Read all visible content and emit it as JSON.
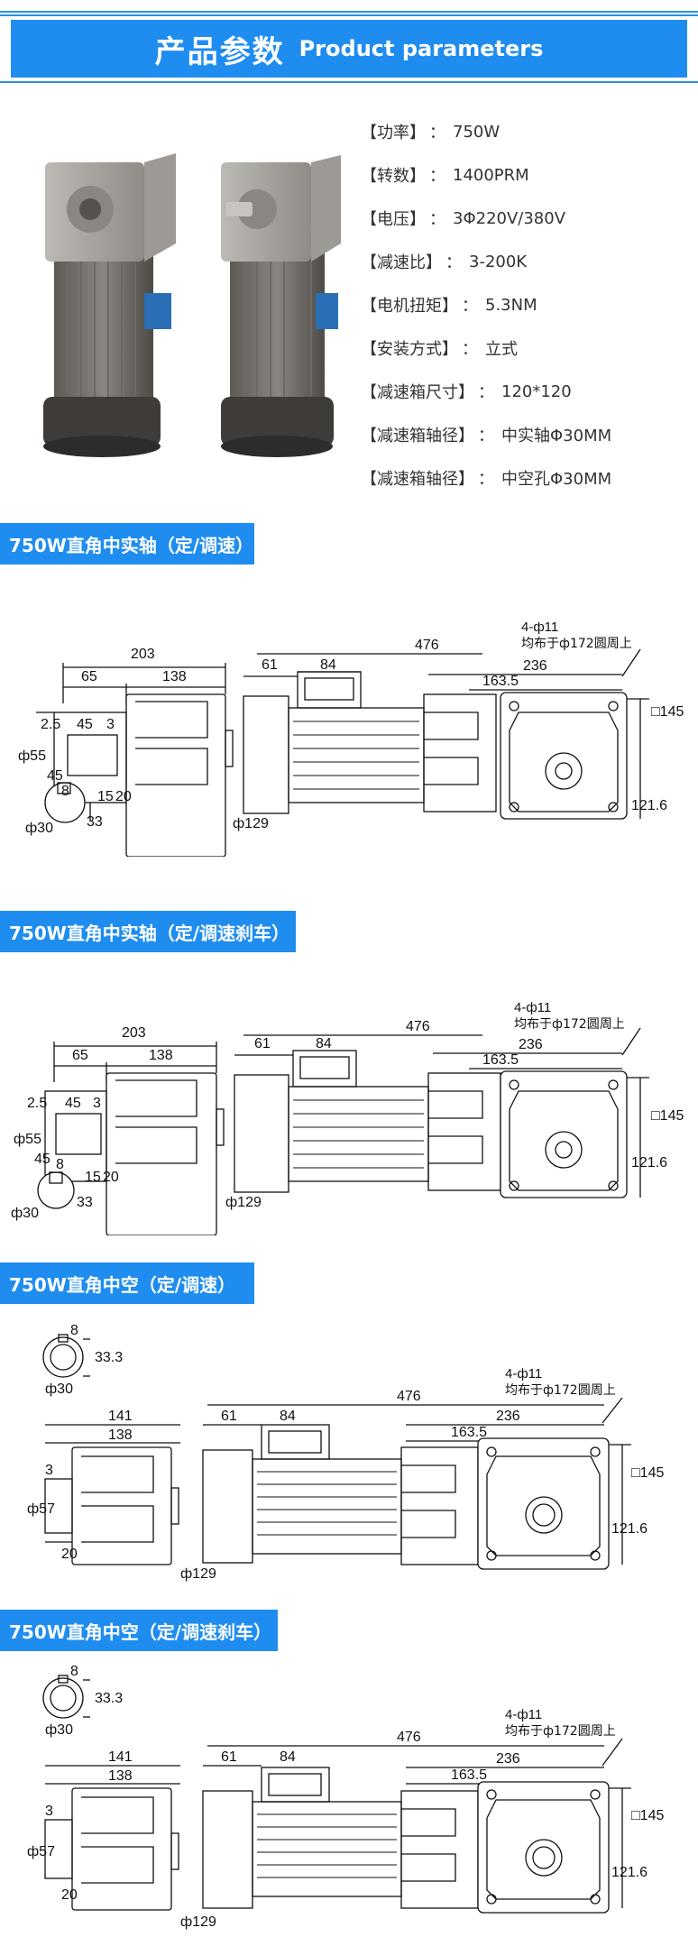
{
  "header": {
    "title_cn": "产品参数",
    "title_en": "Product parameters"
  },
  "params": [
    {
      "label": "【功率】",
      "value": "750W"
    },
    {
      "label": "【转数】",
      "value": "1400PRM"
    },
    {
      "label": "【电压】",
      "value": "3Φ220V/380V"
    },
    {
      "label": "【减速比】",
      "value": "3-200K"
    },
    {
      "label": "【电机扭矩】",
      "value": "5.3NM"
    },
    {
      "label": "【安装方式】",
      "value": "立式"
    },
    {
      "label": "【减速箱尺寸】",
      "value": "120*120"
    },
    {
      "label": "【减速箱轴径】",
      "value": "中实轴Φ30MM"
    },
    {
      "label": "【减速箱轴径】",
      "value": "中空孔Φ30MM"
    }
  ],
  "param_separator": "：",
  "sections": [
    {
      "tag": "750W直角中实轴（定/调速）",
      "dims": {
        "d203": "203",
        "d65": "65",
        "d138": "138",
        "d2_5": "2.5",
        "d45a": "45",
        "d3": "3",
        "dphi55": "ф55",
        "d45b": "45",
        "d8": "8",
        "d15": "15",
        "d20": "20",
        "dphi30": "ф30",
        "d33": "33",
        "d61": "61",
        "d84": "84",
        "d476": "476",
        "d236": "236",
        "d163_5": "163.5",
        "dphi129": "ф129",
        "holes": "4-ф11",
        "pcd": "均布于ф172圆周上",
        "d145": "□145",
        "d121_6": "121.6"
      }
    },
    {
      "tag": "750W直角中实轴（定/调速刹车）",
      "dims": {
        "d203": "203",
        "d65": "65",
        "d138": "138",
        "d2_5": "2.5",
        "d45a": "45",
        "d3": "3",
        "dphi55": "ф55",
        "d45b": "45",
        "d8": "8",
        "d15": "15",
        "d20": "20",
        "dphi30": "ф30",
        "d33": "33",
        "d61": "61",
        "d84": "84",
        "d476": "476",
        "d236": "236",
        "d163_5": "163.5",
        "dphi129": "ф129",
        "holes": "4-ф11",
        "pcd": "均布于ф172圆周上",
        "d145": "□145",
        "d121_6": "121.6"
      }
    },
    {
      "tag": "750W直角中空（定/调速）",
      "dims": {
        "d8": "8",
        "d33_3": "33.3",
        "dphi30": "ф30",
        "d141": "141",
        "d138": "138",
        "d3": "3",
        "dphi57": "ф57",
        "d20": "20",
        "d61": "61",
        "d84": "84",
        "d476": "476",
        "d236": "236",
        "d163_5": "163.5",
        "dphi129": "ф129",
        "holes": "4-ф11",
        "pcd": "均布于ф172圆周上",
        "d145": "□145",
        "d121_6": "121.6"
      }
    },
    {
      "tag": "750W直角中空（定/调速刹车）",
      "dims": {
        "d8": "8",
        "d33_3": "33.3",
        "dphi30": "ф30",
        "d141": "141",
        "d138": "138",
        "d3": "3",
        "dphi57": "ф57",
        "d20": "20",
        "d61": "61",
        "d84": "84",
        "d476": "476",
        "d236": "236",
        "d163_5": "163.5",
        "dphi129": "ф129",
        "holes": "4-ф11",
        "pcd": "均布于ф172圆周上",
        "d145": "□145",
        "d121_6": "121.6"
      }
    }
  ]
}
